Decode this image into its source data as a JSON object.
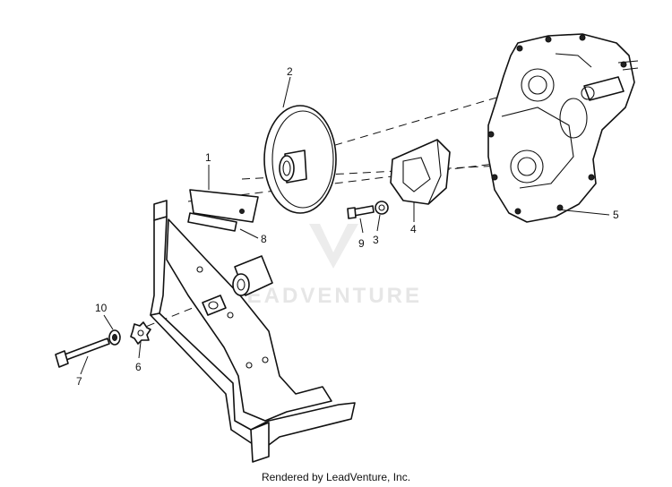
{
  "diagram": {
    "callouts": [
      {
        "id": "c1",
        "label": "1"
      },
      {
        "id": "c2",
        "label": "2"
      },
      {
        "id": "c3",
        "label": "3"
      },
      {
        "id": "c4",
        "label": "4"
      },
      {
        "id": "c5",
        "label": "5"
      },
      {
        "id": "c6",
        "label": "6"
      },
      {
        "id": "c7",
        "label": "7"
      },
      {
        "id": "c8",
        "label": "8"
      },
      {
        "id": "c9",
        "label": "9"
      },
      {
        "id": "c10",
        "label": "10"
      }
    ],
    "watermark_text": "LEADVENTURE"
  },
  "footer": {
    "text": "Rendered by LeadVenture, Inc."
  }
}
